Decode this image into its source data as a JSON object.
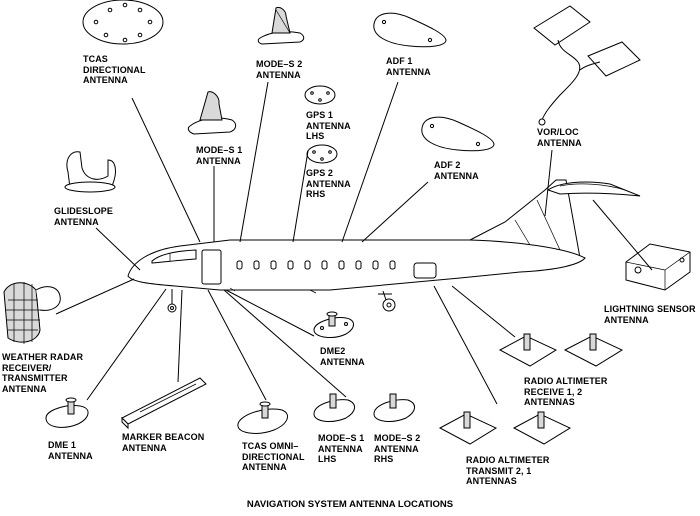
{
  "caption": "NAVIGATION SYSTEM ANTENNA LOCATIONS",
  "labels": {
    "tcas_directional": [
      "TCAS",
      "DIRECTIONAL",
      "ANTENNA"
    ],
    "mode_s2_top": [
      "MODE–S 2",
      "ANTENNA"
    ],
    "adf1": [
      "ADF 1",
      "ANTENNA"
    ],
    "gps1": [
      "GPS 1",
      "ANTENNA",
      "LHS"
    ],
    "gps2": [
      "GPS 2",
      "ANTENNA",
      "RHS"
    ],
    "mode_s1_top": [
      "MODE–S 1",
      "ANTENNA"
    ],
    "adf2": [
      "ADF 2",
      "ANTENNA"
    ],
    "vor_loc": [
      "VOR/LOC",
      "ANTENNA"
    ],
    "glideslope": [
      "GLIDESLOPE",
      "ANTENNA"
    ],
    "lightning_sensor": [
      "LIGHTNING SENSOR",
      "ANTENNA"
    ],
    "weather_radar": [
      "WEATHER RADAR",
      "RECEIVER/",
      "TRANSMITTER",
      "ANTENNA"
    ],
    "dme2": [
      "DME2",
      "ANTENNA"
    ],
    "radio_alt_receive": [
      "RADIO ALTIMETER",
      "RECEIVE 1, 2",
      "ANTENNAS"
    ],
    "dme1": [
      "DME 1",
      "ANTENNA"
    ],
    "marker_beacon": [
      "MARKER BEACON",
      "ANTENNA"
    ],
    "tcas_omni": [
      "TCAS OMNI–",
      "DIRECTIONAL",
      "ANTENNA"
    ],
    "mode_s1_bottom": [
      "MODE–S 1",
      "ANTENNA",
      "LHS"
    ],
    "mode_s2_bottom": [
      "MODE–S 2",
      "ANTENNA",
      "RHS"
    ],
    "radio_alt_transmit": [
      "RADIO ALTIMETER",
      "TRANSMIT 2, 1",
      "ANTENNAS"
    ]
  }
}
